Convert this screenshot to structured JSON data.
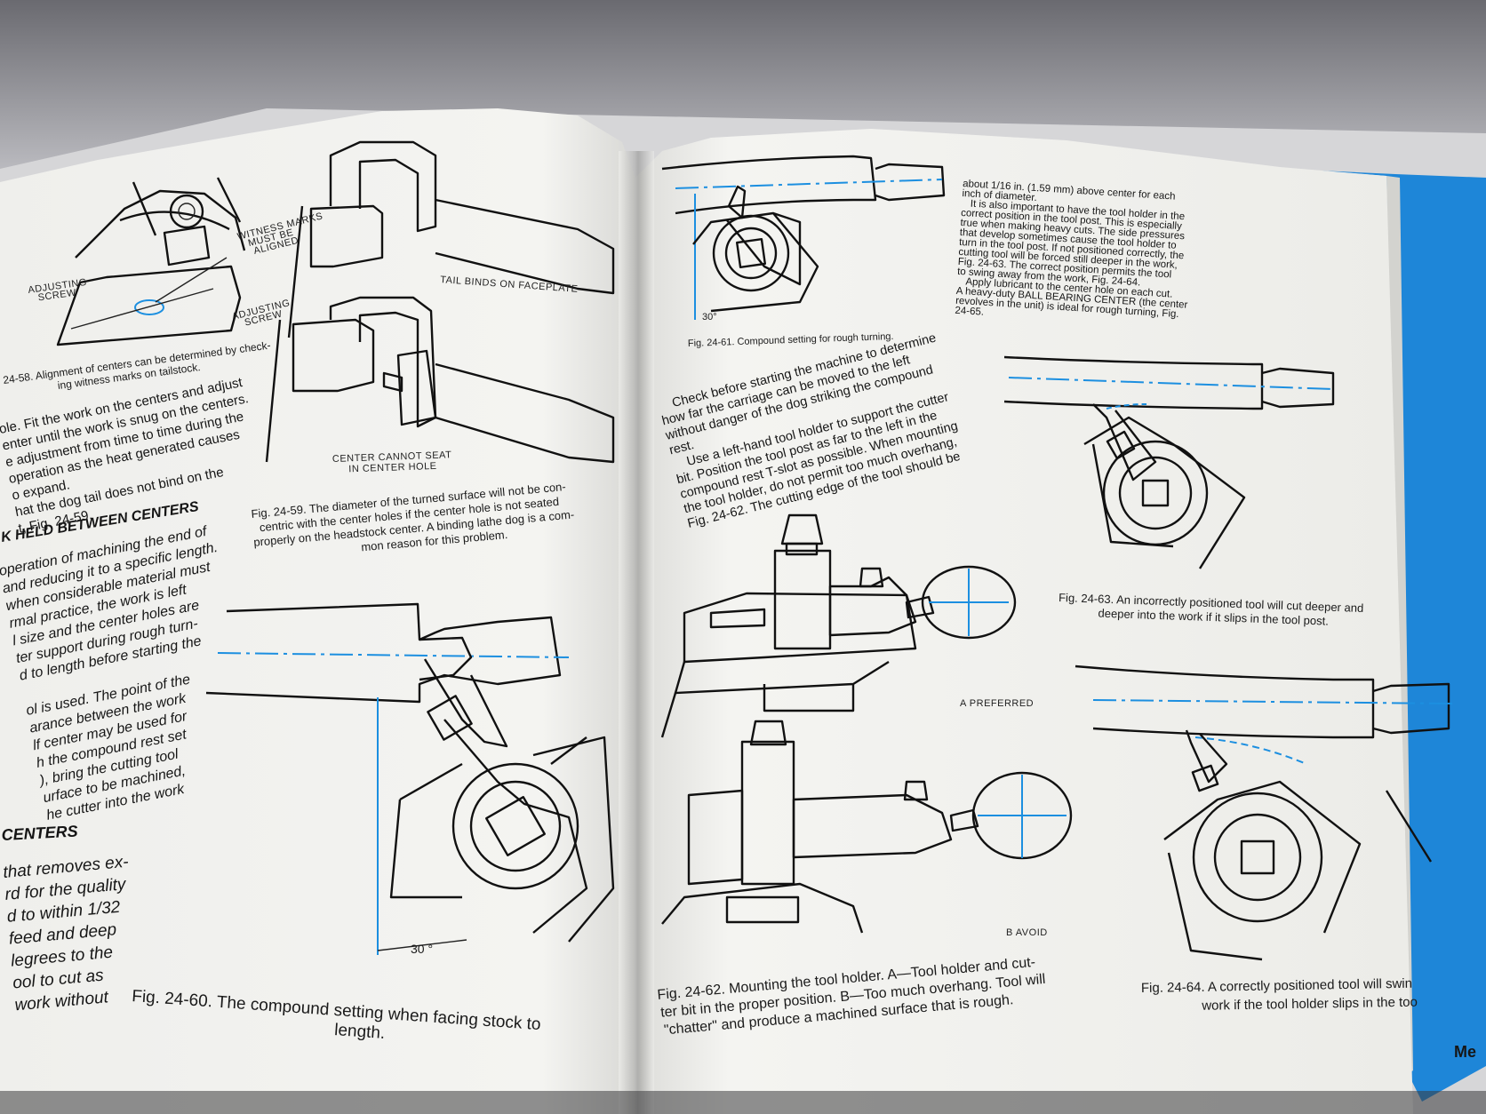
{
  "left_page": {
    "caption_58": [
      "24-58. Alignment of centers can be determined by check-",
      "ing witness marks on tailstock."
    ],
    "labels_58": [
      "WITNESS MARKS",
      "MUST BE",
      "ALIGNED",
      "ADJUSTING",
      "SCREW",
      "ADJUSTING",
      "SCREW"
    ],
    "labels_59": [
      "TAIL BINDS ON FACEPLATE",
      "CENTER CANNOT SEAT",
      "IN CENTER HOLE"
    ],
    "caption_59": [
      "Fig. 24-59.  The diameter of the turned surface will not be con-",
      "centric with the center holes if the center hole is not seated",
      "properly on the headstock center. A binding lathe dog is a com-",
      "mon reason for this problem."
    ],
    "body_top": [
      "ole. Fit the work on the centers and adjust",
      "enter until the work is snug on the centers.",
      "e adjustment from time to time during the",
      "operation as the heat generated causes",
      "o expand.",
      "hat the dog tail does not bind on the",
      "t, Fig. 24-59."
    ],
    "heading_1": "K HELD BETWEEN CENTERS",
    "body_mid": [
      "operation of machining the end of",
      "and reducing it to a specific length.",
      "when considerable material must",
      "rmal practice, the work is left",
      "l size and the center holes are",
      "ter support during rough turn-",
      "d to length before starting the",
      "",
      "ol is used. The point of the",
      "arance between the work",
      "lf center may be used for",
      "h the compound rest set",
      "), bring the cutting tool",
      "urface to be machined,",
      "he cutter into the work"
    ],
    "heading_2": "CENTERS",
    "body_bottom": [
      "that removes ex-",
      "rd for the quality",
      "d to within 1/32",
      "feed and deep",
      "legrees to the",
      "ool to cut as",
      "work without"
    ],
    "angle_60": "30 °",
    "caption_60": [
      "Fig. 24-60.  The  compound  setting  when  facing  stock  to",
      "length."
    ]
  },
  "right_page": {
    "caption_61": "Fig. 24-61.  Compound setting for rough turning.",
    "angle_61": "30°",
    "body_top": [
      "about 1/16 in. (1.59 mm) above center for each",
      "inch of diameter.",
      "It is also important to have the tool holder in the",
      "correct position in the tool post. This is especially",
      "true when making heavy cuts. The side pressures",
      "that develop sometimes cause the tool holder to",
      "turn in the tool post. If not positioned correctly, the",
      "cutting tool will be forced still deeper in the work,",
      "Fig. 24-63. The correct position permits the tool",
      "to swing away from the work, Fig. 24-64.",
      "Apply lubricant to the center hole on each cut.",
      "A heavy-duty BALL BEARING CENTER (the center",
      "revolves in the unit) is ideal for rough turning, Fig.",
      "24-65."
    ],
    "body_mid": [
      "Check before starting the machine to determine",
      "how far the carriage can be moved to the left",
      "without danger of the dog striking the compound",
      "rest.",
      "Use a left-hand tool holder to support the cutter",
      "bit. Position the tool post as far to the left in the",
      "compound rest T-slot as possible. When mounting",
      "the tool holder, do not permit too much overhang,",
      "Fig. 24-62. The cutting edge of the tool should be"
    ],
    "label_a": "A PREFERRED",
    "label_b": "B AVOID",
    "caption_62": [
      "Fig. 24-62.  Mounting the tool holder. A—Tool holder and cut-",
      "ter bit in the proper position. B—Too much overhang. Tool will",
      "\"chatter\" and produce a machined surface that is rough."
    ],
    "caption_63": [
      "Fig. 24-63.  An incorrectly positioned tool will cut deeper and",
      "deeper into the work if it slips in the tool post."
    ],
    "caption_64": [
      "Fig. 24-64.  A correctly positioned tool will swin",
      "work if the tool holder slips in the too"
    ],
    "footer_tab": "Me"
  },
  "colors": {
    "book_cover": "#1e86d8",
    "accent_line": "#1c8fe0",
    "paper": "#f2f2ef",
    "backdrop": "#8d8d92"
  }
}
